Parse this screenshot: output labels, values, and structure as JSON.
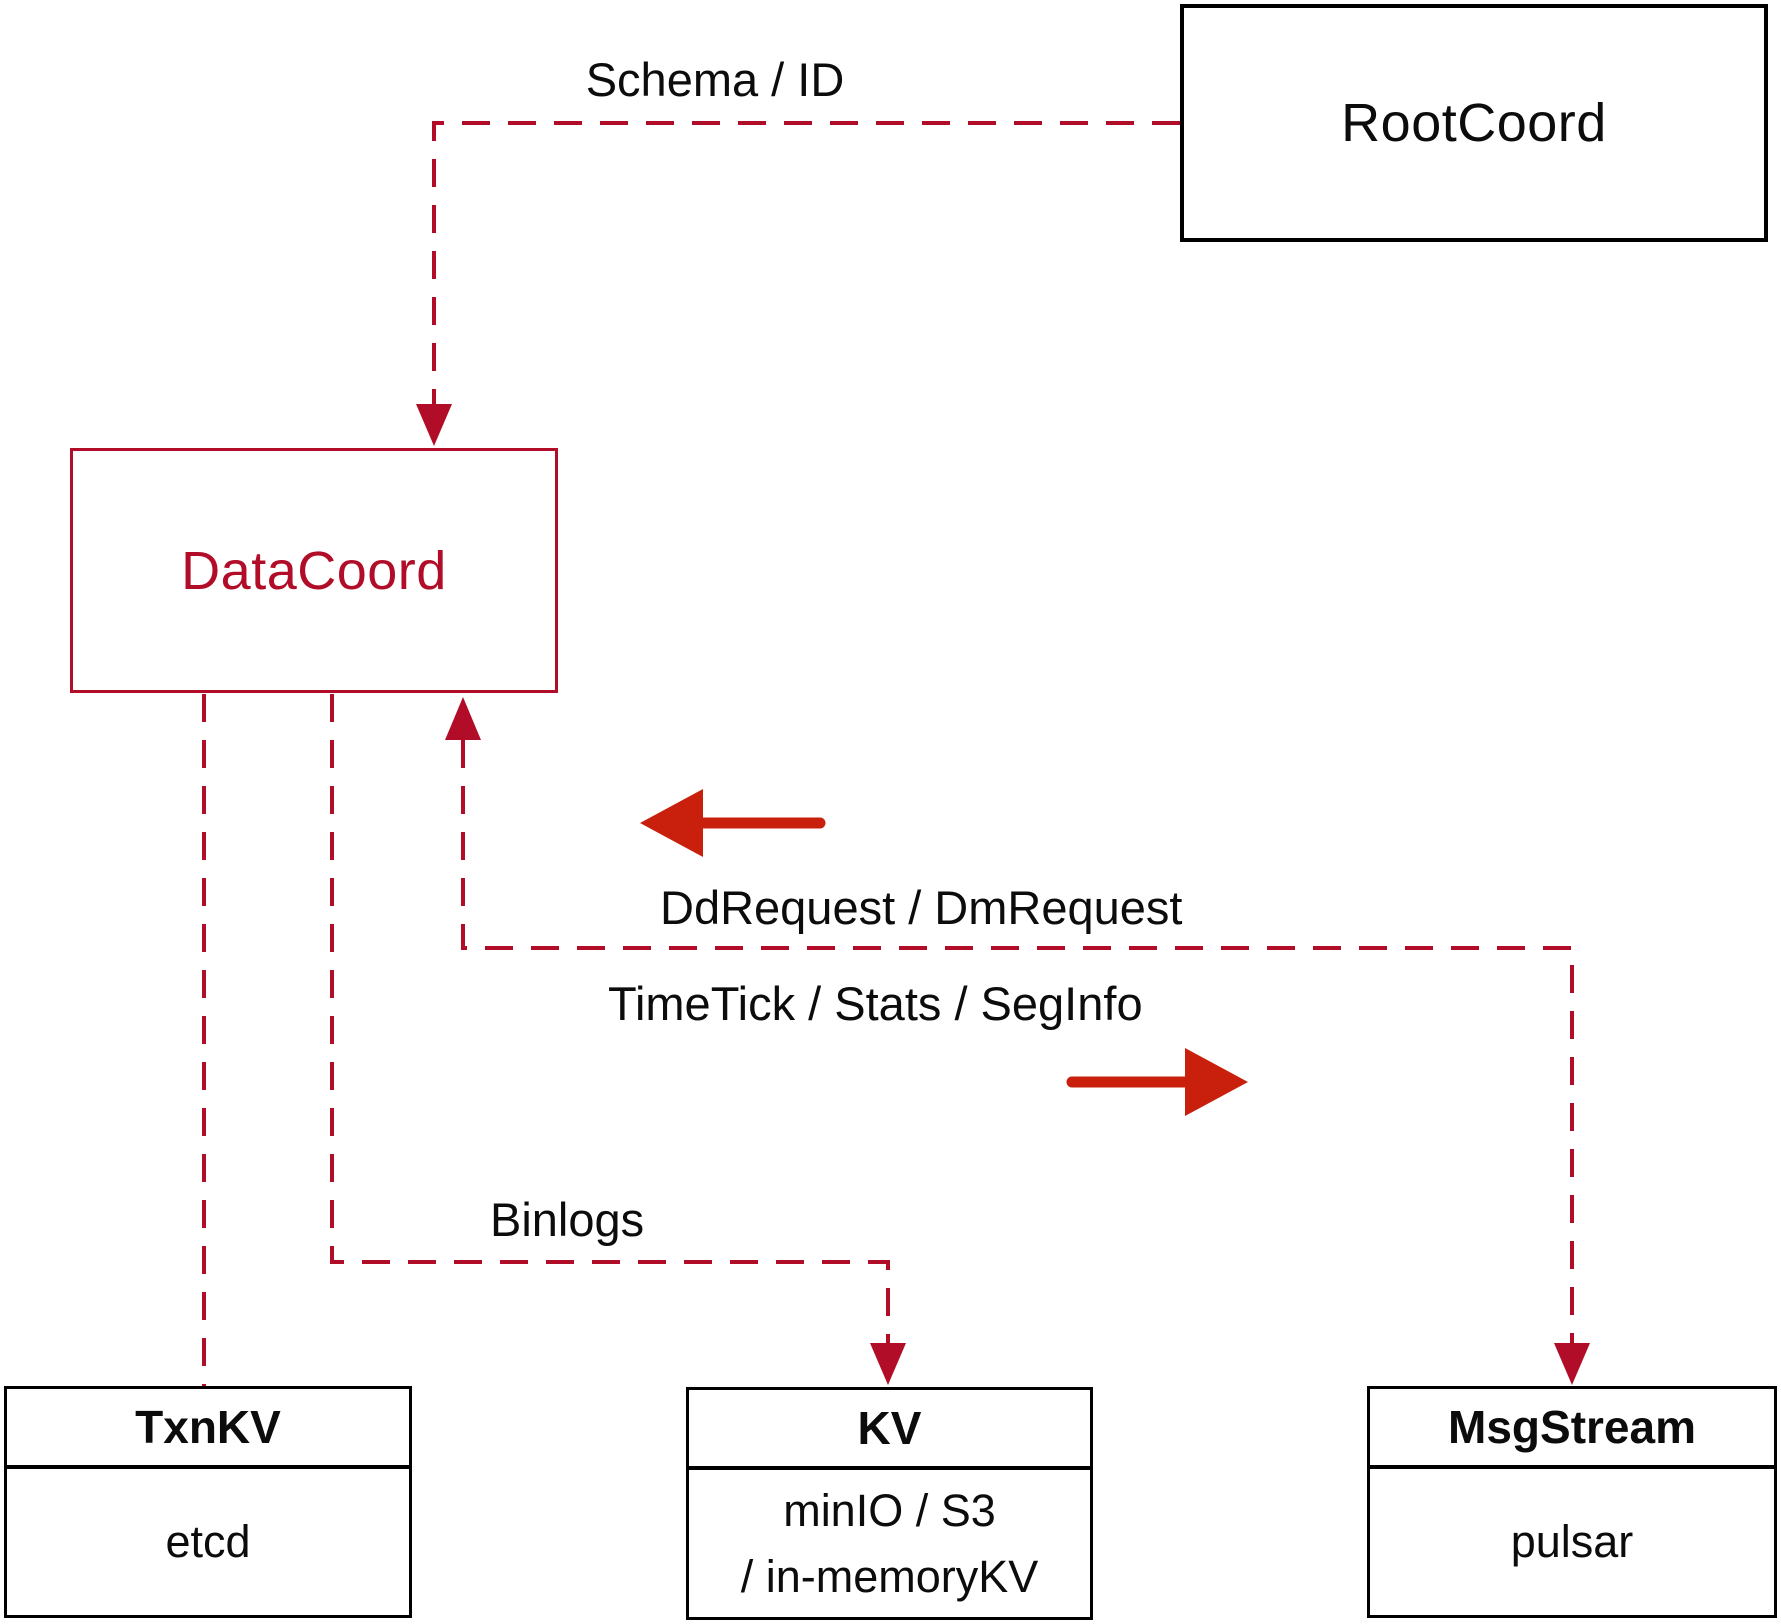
{
  "colors": {
    "crimson": "#b20d28",
    "arrow_red": "#c8200c",
    "box_black": "#000000",
    "label_black": "#0c0c0c",
    "background": "#ffffff"
  },
  "nodes": {
    "rootcoord": {
      "label": "RootCoord"
    },
    "datacoord": {
      "label": "DataCoord"
    },
    "txnkv": {
      "header": "TxnKV",
      "cell": "etcd"
    },
    "kv": {
      "header": "KV",
      "cell_line1": "minIO / S3",
      "cell_line2": "/ in-memoryKV"
    },
    "msgstream": {
      "header": "MsgStream",
      "cell": "pulsar"
    }
  },
  "edge_labels": {
    "schema_id": "Schema / ID",
    "dd_dm_request": "DdRequest / DmRequest",
    "timetick_stats_seginfo": "TimeTick / Stats / SegInfo",
    "binlogs": "Binlogs"
  }
}
